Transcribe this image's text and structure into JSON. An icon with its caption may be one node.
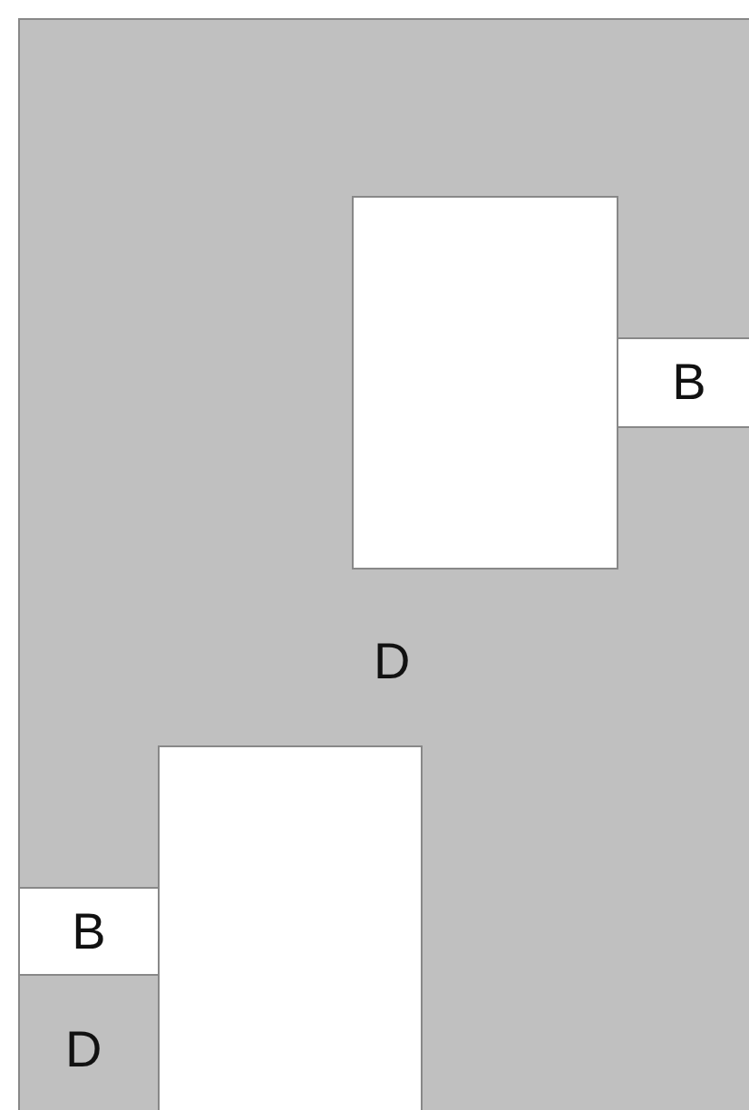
{
  "diagram": {
    "nodes": [
      {
        "text": [
          "D"
        ]
      },
      {
        "text": [],
        "shape": "box",
        "in": 0
      },
      {
        "text": [
          "B"
        ],
        "in": 0
      },
      {
        "text": [],
        "shape": "box",
        "in": 0
      },
      {
        "text": [
          "B"
        ],
        "in": 0
      }
    ],
    "labels": [
      "D"
    ]
  }
}
